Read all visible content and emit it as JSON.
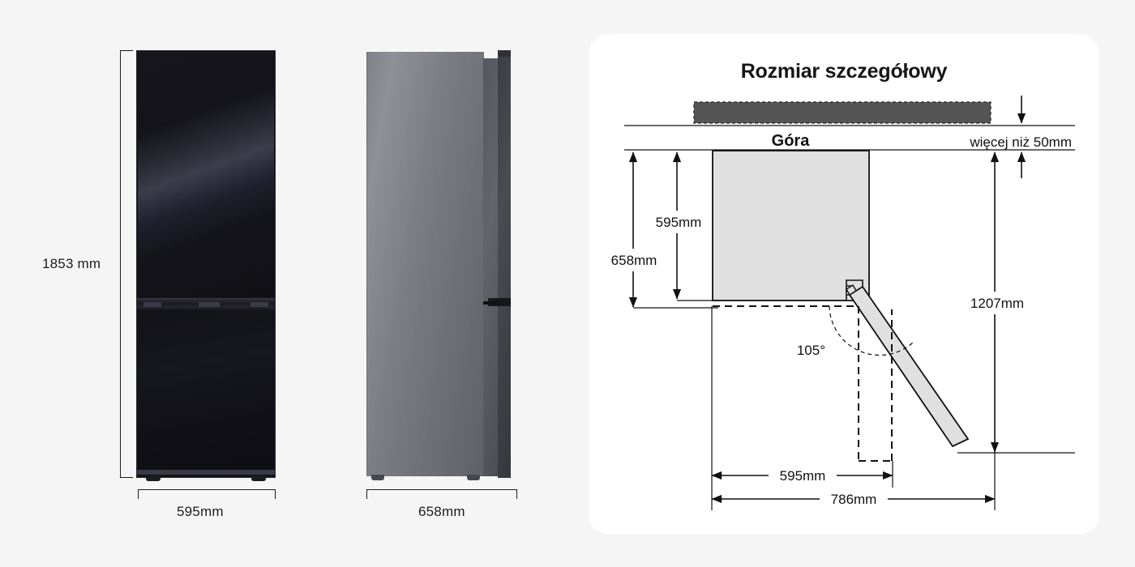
{
  "page": {
    "background_color": "#f5f5f5",
    "card_background": "#ffffff"
  },
  "product_views": {
    "front": {
      "icon": "refrigerator-front-view",
      "height_label": "1853 mm",
      "width_label": "595mm"
    },
    "side": {
      "icon": "refrigerator-side-view",
      "depth_label": "658mm"
    }
  },
  "detail_card": {
    "title": "Rozmiar szczegółowy",
    "top_clearance_label": "więcej niż 50mm",
    "body_label": "Góra",
    "dimensions": {
      "cabinet_depth": "595mm",
      "total_depth_with_door": "658mm",
      "right_total": "1207mm",
      "bottom_inner": "595mm",
      "bottom_outer": "786mm",
      "door_angle": "105°"
    }
  },
  "colors": {
    "ink": "#111111",
    "panel_fill": "#e0e0e0",
    "top_bar_fill": "#555555",
    "page_bg": "#f5f5f5"
  }
}
